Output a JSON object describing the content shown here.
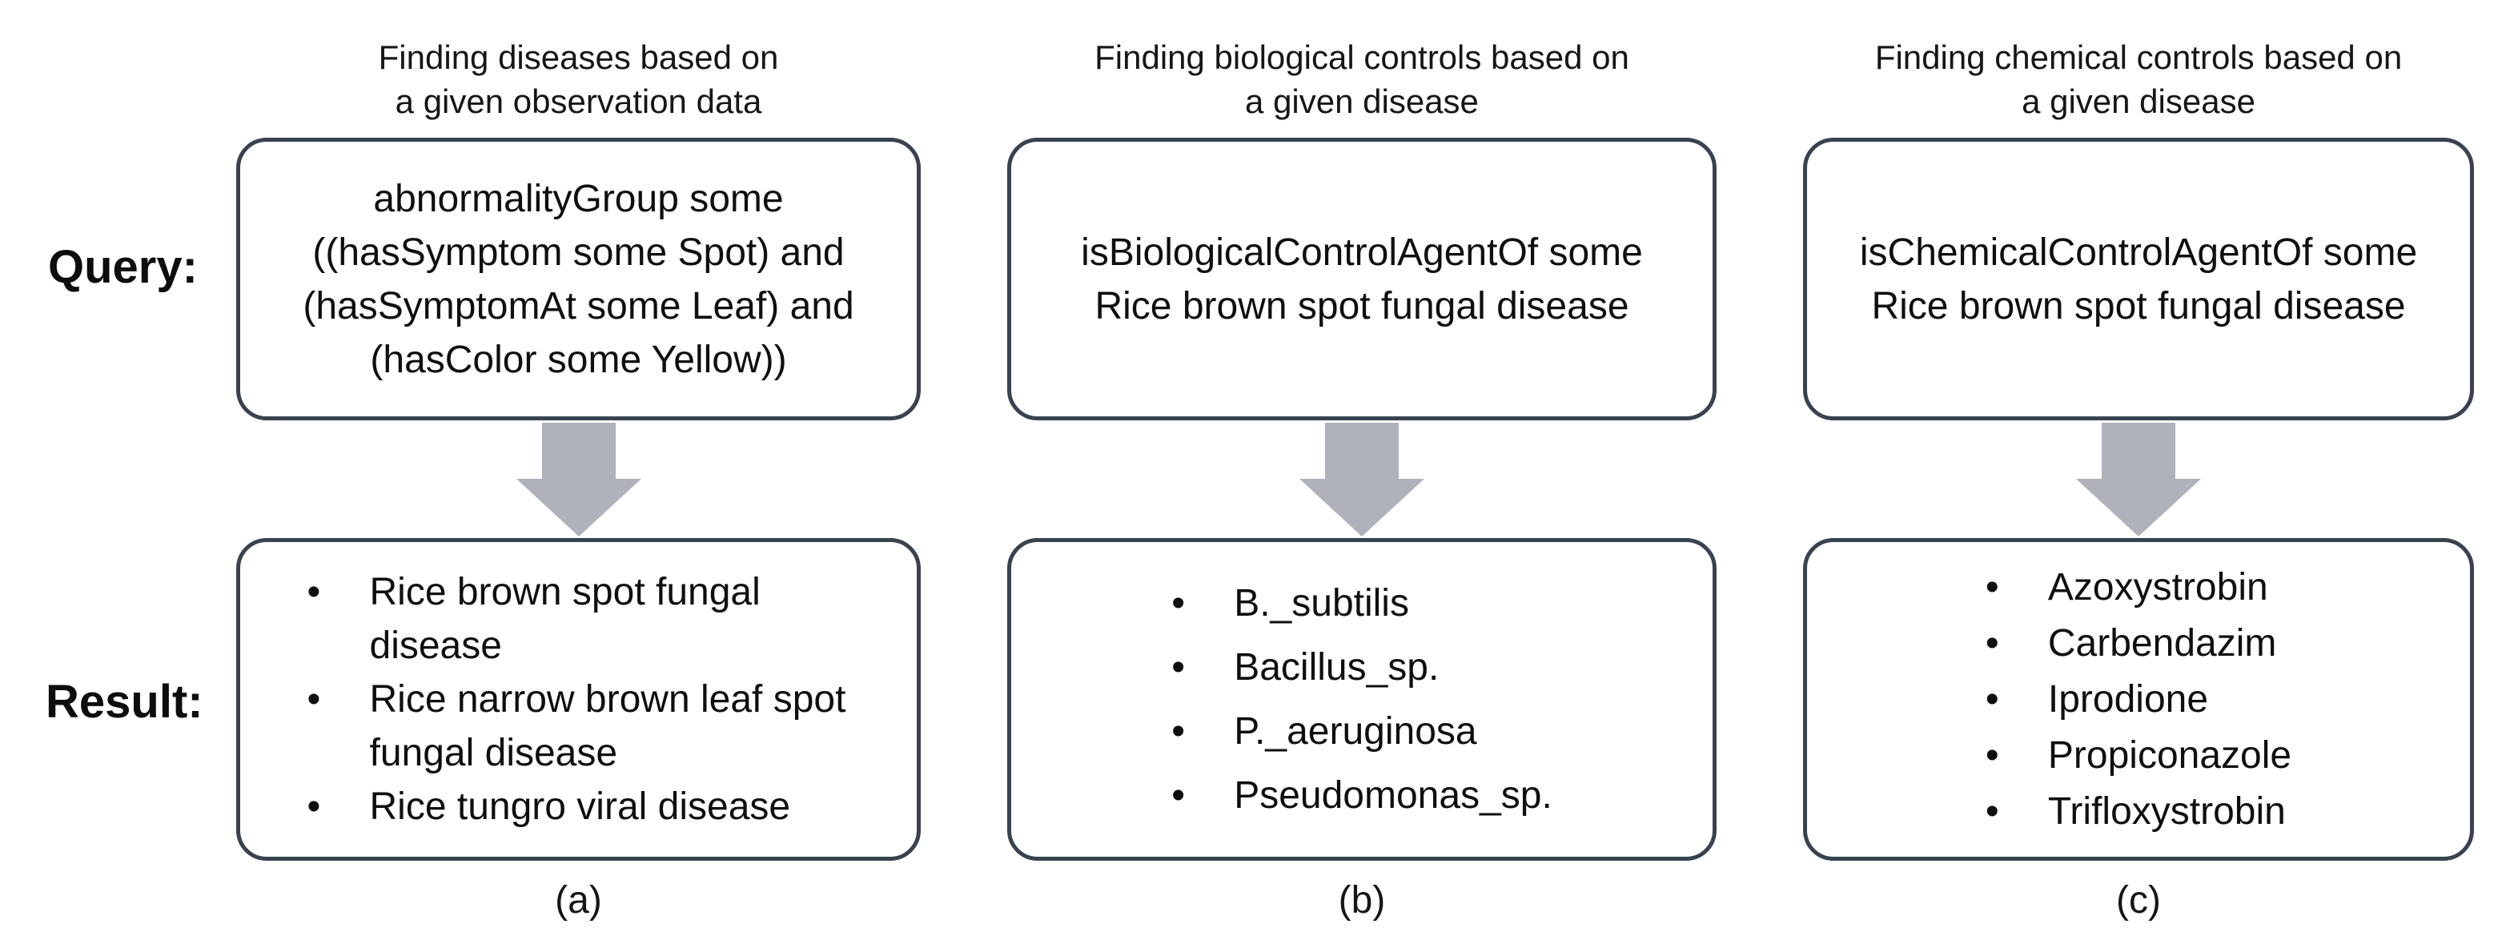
{
  "figure": {
    "side_labels": {
      "query": "Query:",
      "result": "Result:"
    },
    "columns": [
      {
        "header_line1": "Finding diseases based on",
        "header_line2": "a given observation data",
        "query_lines": [
          "abnormalityGroup some",
          "((hasSymptom some Spot) and",
          "(hasSymptomAt some Leaf) and",
          "(hasColor some Yellow))"
        ],
        "results": [
          "Rice brown spot fungal disease",
          "Rice narrow brown leaf spot fungal disease",
          "Rice tungro viral disease"
        ],
        "caption": "(a)"
      },
      {
        "header_line1": "Finding biological controls based on",
        "header_line2": "a given disease",
        "query_lines": [
          "isBiologicalControlAgentOf some",
          "Rice brown spot fungal disease"
        ],
        "results": [
          "B._subtilis",
          "Bacillus_sp.",
          "P._aeruginosa",
          "Pseudomonas_sp."
        ],
        "caption": "(b)"
      },
      {
        "header_line1": "Finding chemical controls based on",
        "header_line2": "a given disease",
        "query_lines": [
          "isChemicalControlAgentOf some",
          "Rice brown spot fungal disease"
        ],
        "results": [
          "Azoxystrobin",
          "Carbendazim",
          "Iprodione",
          "Propiconazole",
          "Trifloxystrobin"
        ],
        "caption": "(c)"
      }
    ],
    "colors": {
      "box_border": "#39424F",
      "arrow_fill": "#AFB2BB",
      "text": "#111111"
    }
  }
}
